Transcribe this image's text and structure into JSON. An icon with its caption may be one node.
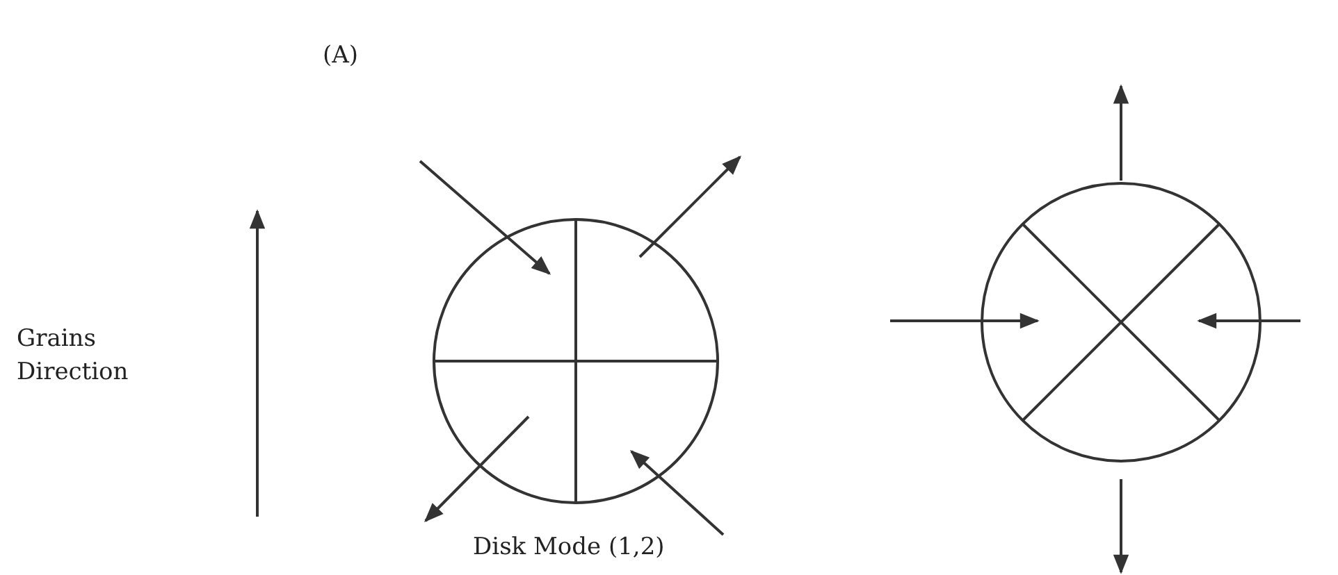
{
  "diagram": {
    "title": "(A)",
    "caption": "Disk Mode (1,2)",
    "labels": [
      "Grains Direction"
    ]
  }
}
